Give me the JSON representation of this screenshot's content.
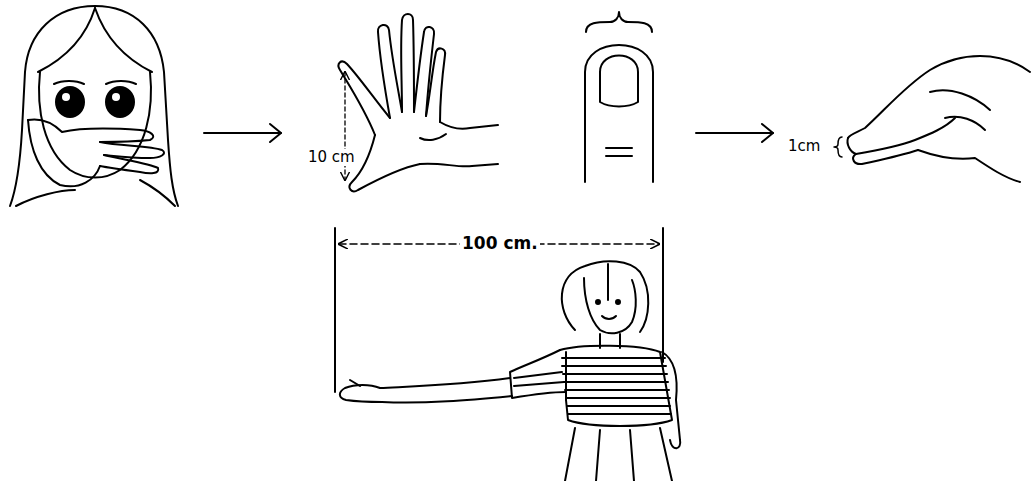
{
  "diagram": {
    "labels": [
      "10 cm",
      "1cm",
      "100 cm."
    ]
  }
}
